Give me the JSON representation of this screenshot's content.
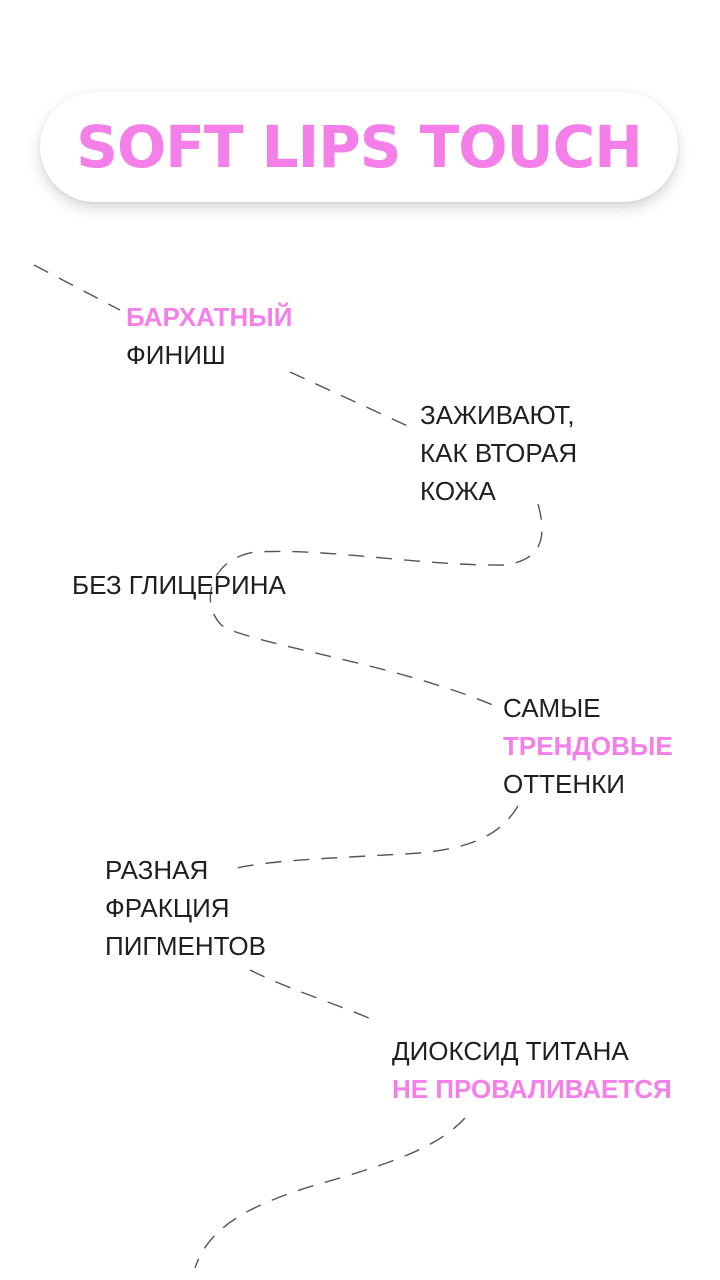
{
  "title": "SOFT LIPS TOUCH",
  "colors": {
    "accent": "#f57fe8",
    "text": "#1f1f1f",
    "background": "#ffffff",
    "dashed_line": "#555555"
  },
  "features": [
    {
      "line1": "БАРХАТНЫЙ",
      "line2": "ФИНИШ"
    },
    {
      "line1": "ЗАЖИВАЮТ,",
      "line2": "КАК ВТОРАЯ",
      "line3": "КОЖА"
    },
    {
      "line1": "БЕЗ ГЛИЦЕРИНА"
    },
    {
      "line1": "САМЫЕ",
      "line2": "ТРЕНДОВЫЕ",
      "line3": "ОТТЕНКИ"
    },
    {
      "line1": "РАЗНАЯ",
      "line2": "ФРАКЦИЯ",
      "line3": "ПИГМЕНТОВ"
    },
    {
      "line1": "ДИОКСИД ТИТАНА",
      "line2": "НЕ ПРОВАЛИВАЕТСЯ"
    }
  ]
}
